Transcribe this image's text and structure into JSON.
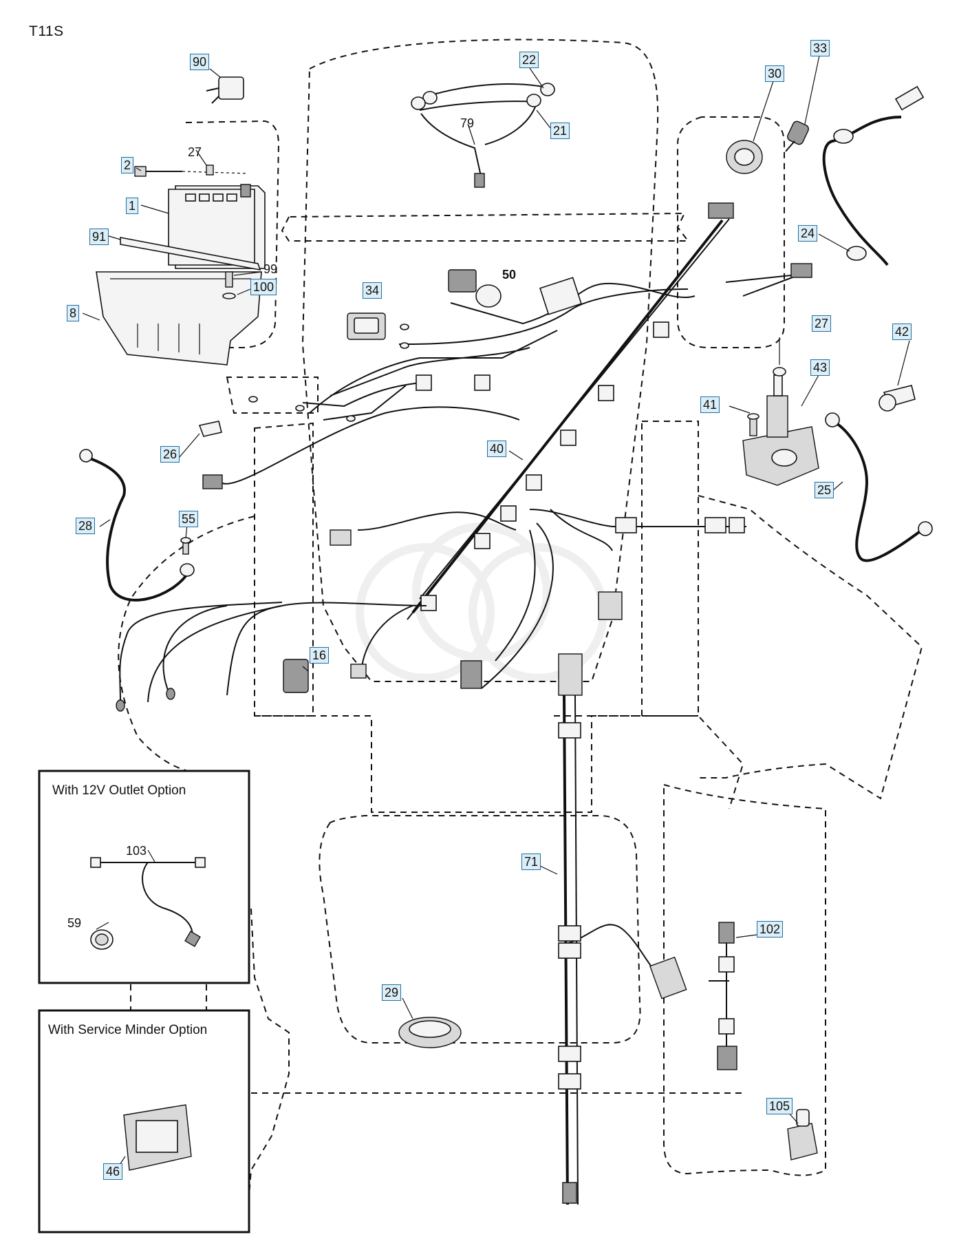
{
  "model_code": "T11S",
  "options": {
    "outlet_title": "With 12V Outlet Option",
    "minder_title": "With Service Minder Option"
  },
  "callouts": {
    "c90": "90",
    "c22": "22",
    "c33": "33",
    "c30": "30",
    "c79": "79",
    "c21": "21",
    "c27a": "27",
    "c2": "2",
    "c1": "1",
    "c91": "91",
    "c99": "99",
    "c100": "100",
    "c8": "8",
    "c34": "34",
    "c50": "50",
    "c24": "24",
    "c27b": "27",
    "c42": "42",
    "c43": "43",
    "c41": "41",
    "c26": "26",
    "c40": "40",
    "c28": "28",
    "c55": "55",
    "c25": "25",
    "c16": "16",
    "c103": "103",
    "c59": "59",
    "c71": "71",
    "c102": "102",
    "c29": "29",
    "c105": "105",
    "c46": "46"
  },
  "colors": {
    "line": "#111111",
    "callout_box_fill": "#dceef7",
    "callout_box_border": "#1f6fa0",
    "part_grey": "#bdbdbd",
    "watermark": "#e2e2e2"
  }
}
